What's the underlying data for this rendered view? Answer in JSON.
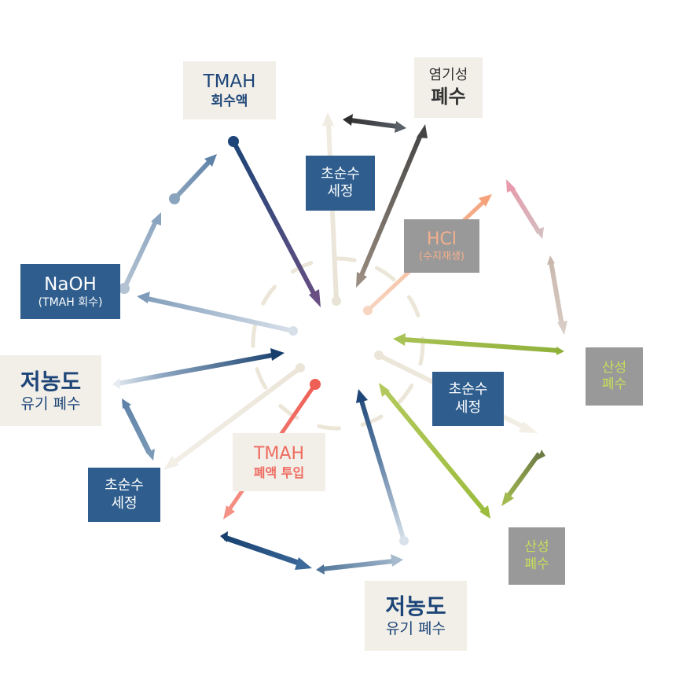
{
  "labels": {
    "tmah_recovery": {
      "line1": "TMAH",
      "line2": "회수액"
    },
    "alkaline_waste": {
      "line1": "염기성",
      "line2": "폐수"
    },
    "uprw_top": {
      "line1": "초순수",
      "line2": "세정"
    },
    "hcl": {
      "line1": "HCl",
      "line2": "(수지재생)"
    },
    "naoh": {
      "line1": "NaOH",
      "line2": "(TMAH 회수)"
    },
    "acid_waste_right": {
      "line1": "산성",
      "line2": "폐수"
    },
    "low_conc_left": {
      "line1": "저농도",
      "line2": "유기 폐수"
    },
    "uprw_right": {
      "line1": "초순수",
      "line2": "세정"
    },
    "tmah_input": {
      "line1": "TMAH",
      "line2": "폐액 투입"
    },
    "uprw_left": {
      "line1": "초순수",
      "line2": "세정"
    },
    "acid_waste_bottom": {
      "line1": "산성",
      "line2": "폐수"
    },
    "low_conc_bottom": {
      "line1": "저농도",
      "line2": "유기 폐수"
    }
  },
  "colors": {
    "navy": "#1d4577",
    "blue_box": "#2f5e8e",
    "grey_box": "#999999",
    "beige_box": "#f2efe9",
    "salmon": "#ef6b5f",
    "peach": "#f5b08c",
    "lime": "#9dbb3f",
    "olive": "#7d8f43",
    "dark_grey": "#4d4d4d",
    "taupe": "#8c7f74",
    "purple": "#6a4f83",
    "pink": "#e6a4b2",
    "cream": "#ece6d9",
    "steel": "#6f8fae"
  }
}
